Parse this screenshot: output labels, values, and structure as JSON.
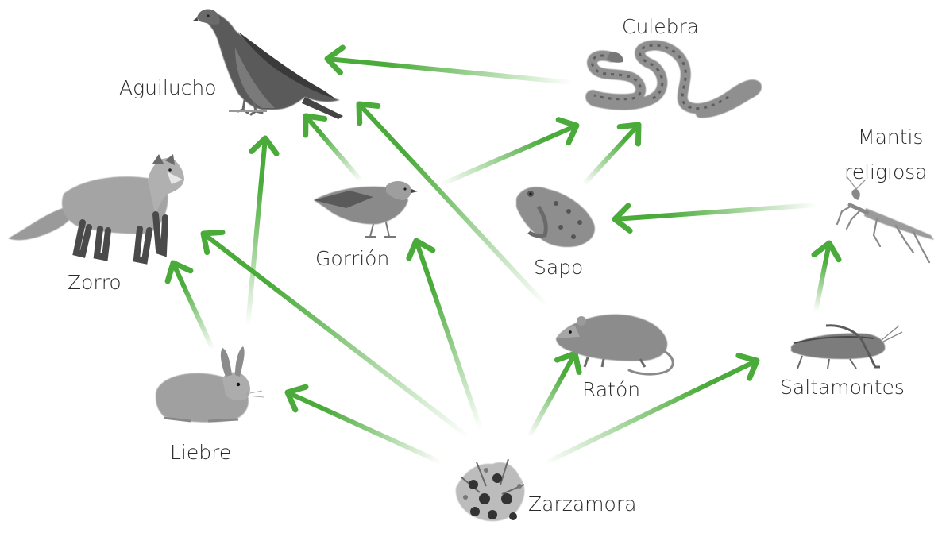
{
  "organisms": {
    "aguilucho": "Aguilucho",
    "culebra": "Culebra",
    "mantis_line1": "Mantis",
    "mantis_line2": "religiosa",
    "zorro": "Zorro",
    "gorrion": "Gorrión",
    "sapo": "Sapo",
    "raton": "Ratón",
    "saltamontes": "Saltamontes",
    "liebre": "Liebre",
    "zarzamora": "Zarzamora"
  },
  "links": [
    {
      "from": "Culebra",
      "to": "Aguilucho"
    },
    {
      "from": "Gorrión",
      "to": "Aguilucho"
    },
    {
      "from": "Ratón",
      "to": "Aguilucho"
    },
    {
      "from": "Liebre",
      "to": "Aguilucho"
    },
    {
      "from": "Gorrión",
      "to": "Culebra"
    },
    {
      "from": "Sapo",
      "to": "Culebra"
    },
    {
      "from": "Mantis religiosa",
      "to": "Sapo"
    },
    {
      "from": "Saltamontes",
      "to": "Mantis religiosa"
    },
    {
      "from": "Liebre",
      "to": "Zorro"
    },
    {
      "from": "Zarzamora",
      "to": "Zorro"
    },
    {
      "from": "Zarzamora",
      "to": "Liebre"
    },
    {
      "from": "Zarzamora",
      "to": "Gorrión"
    },
    {
      "from": "Zarzamora",
      "to": "Ratón"
    },
    {
      "from": "Zarzamora",
      "to": "Saltamontes"
    }
  ],
  "colors": {
    "arrow": "#4aab3a",
    "arrow_faded": "#ffffff",
    "text": "#2a2a2a",
    "animal_fill": "#a9a9a9",
    "animal_dark": "#555555"
  }
}
